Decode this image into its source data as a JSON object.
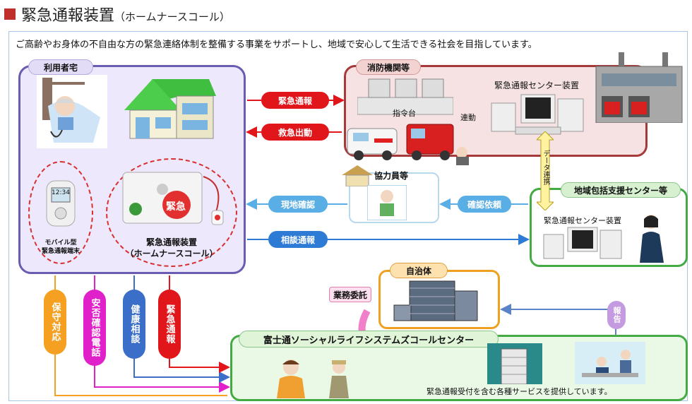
{
  "header": {
    "title": "緊急通報装置",
    "subtitle": "（ホームナースコール）"
  },
  "intro": "ご高齢やお身体の不自由な方の緊急連絡体制を整備する事業をサポートし、地域で安心して生活できる社会を目指しています。",
  "user_home": {
    "title": "利用者宅",
    "mobile_label_1": "モバイル型",
    "mobile_label_2": "緊急通報端末",
    "mobile_screen": "12:34",
    "device_label_1": "緊急通報装置",
    "device_label_2": "（ホームナースコール）",
    "device_button": "緊急"
  },
  "fire_dept": {
    "title": "消防機関等",
    "console_label": "指令台",
    "link_label": "連動",
    "center_device": "緊急通報センター装置"
  },
  "cooperator": {
    "title": "協力員等"
  },
  "community": {
    "title": "地域包括支援センター等",
    "device": "緊急通報センター装置"
  },
  "data_link": "データ連携",
  "government": {
    "title": "自治体"
  },
  "outsourcing": "業務委託",
  "report": "報告",
  "call_center": {
    "title": "富士通ソーシャルライフシステムズコールセンター",
    "caption": "緊急通報受付を含む各種サービスを提供しています。"
  },
  "arrows": {
    "emergency_call": "緊急通報",
    "ambulance": "救急出動",
    "site_check": "現地確認",
    "check_request": "確認依頼",
    "consult_call": "相談通報"
  },
  "vertical": {
    "maintenance": "保守対応",
    "safety_call": "安否確認電話",
    "health_consult": "健康相談",
    "emergency_call": "緊急通報"
  },
  "colors": {
    "red": "#e0161a",
    "blue": "#2e7bd6",
    "light_blue": "#5aaee6",
    "orange": "#f5a020",
    "magenta": "#e020c8",
    "dark_blue": "#3a6ec8",
    "lavender": "#c49ae0",
    "green": "#44aa44"
  }
}
